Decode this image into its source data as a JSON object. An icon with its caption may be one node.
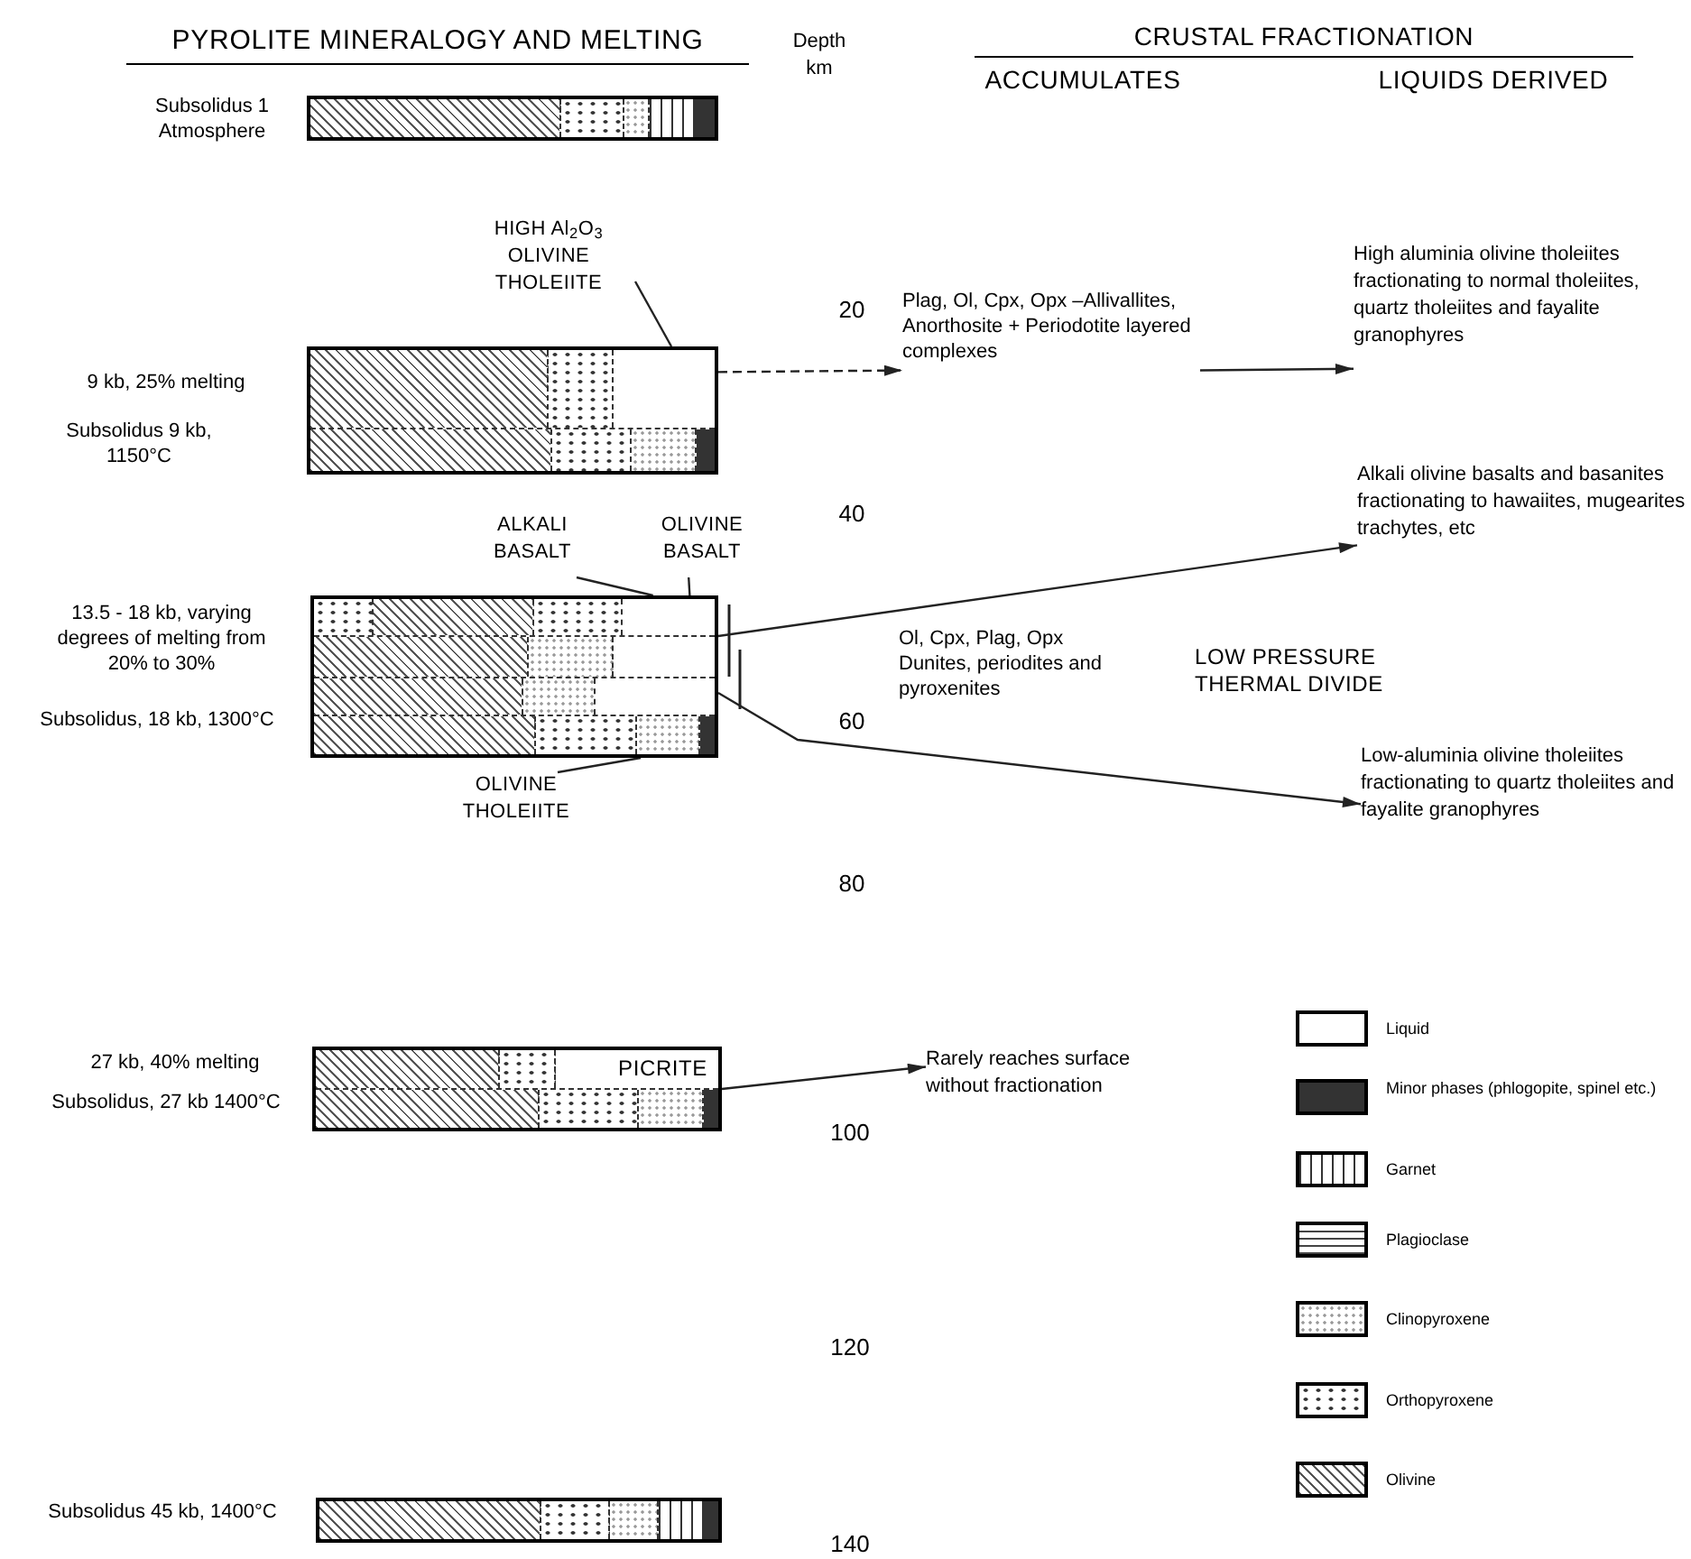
{
  "diagram": {
    "title": "PYROLITE MINERALOGY AND MELTING",
    "nodes": [
      {
        "text": [],
        "shape": "bar",
        "beside": [
          "Subsolidus 1 Atmosphere"
        ]
      },
      {
        "text": [
          "HIGH Al$_{2}$O$_{3}$ OLIVINE THOLEIITE"
        ]
      },
      {
        "text": [],
        "shape": "bar",
        "beside": [
          "9 kb, 25% melting",
          "Subsolidus 9 kb, 1150°C"
        ]
      },
      {
        "text": [
          "Plag, Ol, Cpx, Opx –Allivallites, Anorthosite + Periodotite layered complexes"
        ]
      },
      {
        "text": [
          "High aluminia olivine tholeiites fractionating to normal tholeiites, quartz tholeiites and fayalite granophyres"
        ]
      },
      {
        "text": [
          "ALKALI BASALT"
        ]
      },
      {
        "text": [
          "OLIVINE BASALT"
        ]
      },
      {
        "text": [],
        "shape": "bar",
        "beside": [
          "13.5 - 18 kb, varying degrees of melting from 20% to 30%",
          "Subsolidus, 18 kb, 1300°C"
        ]
      },
      {
        "text": [
          "OLIVINE THOLEIITE"
        ]
      },
      {
        "text": [
          "Alkali olivine basalts and basanites fractionating to hawaiites, mugearites trachytes, etc"
        ]
      },
      {
        "text": [
          "Low-aluminia olivine tholeiites fractionating to quartz tholeiites and fayalite granophyres"
        ]
      },
      {
        "text": [],
        "shape": "bar",
        "beside": [
          "27 kb, 40% melting",
          "Subsolidus, 27 kb 1400°C"
        ]
      },
      {
        "text": [
          "Rarely reaches surface without fractionation"
        ]
      },
      {
        "text": [],
        "shape": "bar",
        "beside": [
          "Subsolidus 45 kb, 1400°C"
        ]
      }
    ],
    "edges": [
      {
        "from": 1,
        "to": 2,
        "arrow": "none"
      },
      {
        "from": 2,
        "to": 3,
        "arrow": "to",
        "style": "dashed"
      },
      {
        "from": 3,
        "to": 4,
        "arrow": "to"
      },
      {
        "from": 5,
        "to": 7,
        "arrow": "none"
      },
      {
        "from": 6,
        "to": 7,
        "arrow": "none"
      },
      {
        "from": 8,
        "to": 7,
        "arrow": "none"
      },
      {
        "from": 7,
        "to": 9,
        "arrow": "to"
      },
      {
        "from": 7,
        "to": 10,
        "arrow": "to"
      },
      {
        "from": 11,
        "to": 12,
        "arrow": "to"
      }
    ],
    "labels": [
      "Depth km",
      "CRUSTAL FRACTIONATION",
      "ACCUMULATES",
      "LIQUIDS DERIVED",
      "20",
      "40",
      "Ol, Cpx, Plag, Opx Dunites, periodites and pyroxenites",
      "LOW PRESSURE THERMAL DIVIDE",
      "60",
      "80",
      "PICRITE",
      "100",
      "120",
      "140"
    ],
    "legend": [
      {
        "text": "Liquid",
        "color": "#ffffff"
      },
      {
        "text": "Minor phases (phlogopite, spinel etc.)",
        "color": "#333333"
      },
      {
        "text": "Garnet"
      },
      {
        "text": "Plagioclase"
      },
      {
        "text": "Clinopyroxene"
      },
      {
        "text": "Orthopyroxene"
      },
      {
        "text": "Olivine"
      }
    ]
  }
}
